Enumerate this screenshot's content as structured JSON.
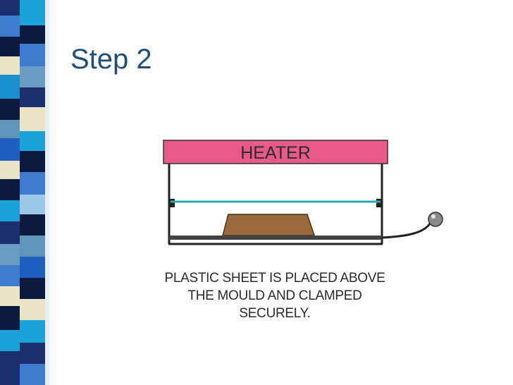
{
  "slide": {
    "title": "Step 2"
  },
  "diagram": {
    "heater_label": "HEATER",
    "caption_lines": [
      "PLASTIC SHEET IS PLACED ABOVE",
      "THE MOULD AND CLAMPED",
      "SECURELY."
    ]
  },
  "colors": {
    "title": "#1f4e79",
    "heater": "#e85a8a",
    "plastic_sheet": "#2aa9b0",
    "mould": "#9a6a3c",
    "frame": "#222222"
  }
}
